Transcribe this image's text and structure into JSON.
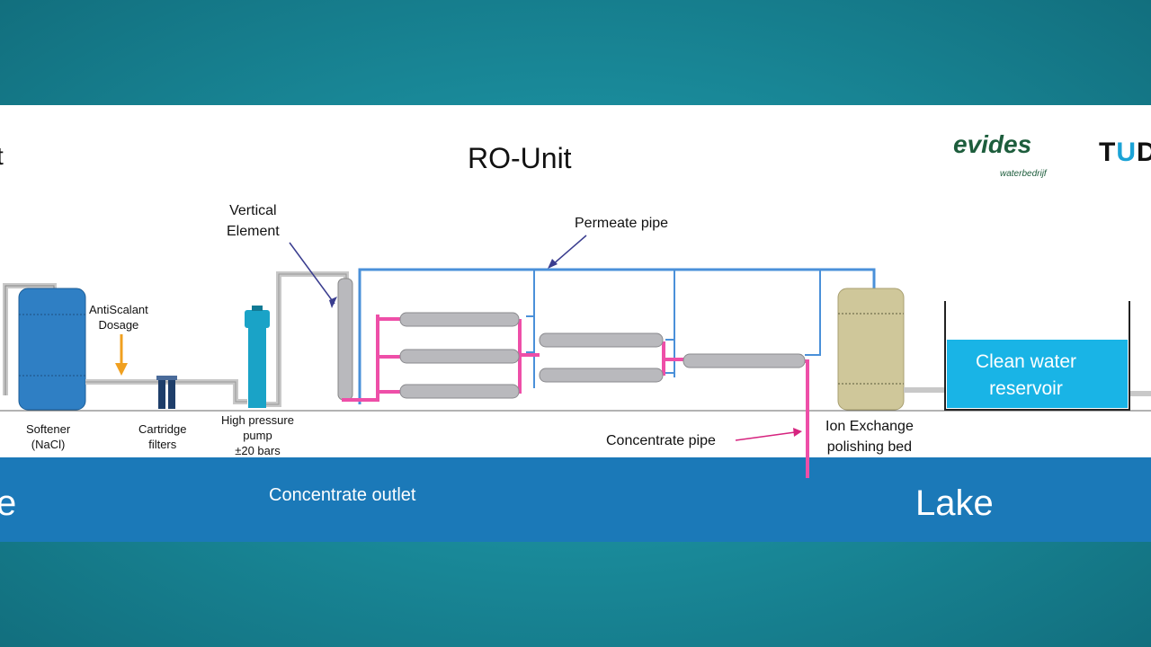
{
  "diagram": {
    "title": "RO-Unit",
    "clipped_left_title": "t",
    "labels": {
      "vertical_element": [
        "Vertical",
        "Element"
      ],
      "permeate_pipe": "Permeate pipe",
      "antiscalant": [
        "AntiScalant",
        "Dosage"
      ],
      "softener": [
        "Softener",
        "(NaCl)"
      ],
      "cartridge": [
        "Cartridge",
        "filters"
      ],
      "hp_pump": [
        "High pressure",
        "pump",
        "±20 bars"
      ],
      "concentrate_pipe": "Concentrate pipe",
      "ion_exchange": [
        "Ion Exchange",
        "polishing bed"
      ],
      "clean_water": [
        "Clean water",
        "reservoir"
      ]
    },
    "band": {
      "left_clip": "e",
      "concentrate_outlet": "Concentrate outlet",
      "lake": "Lake"
    },
    "logos": {
      "evides": "evides",
      "evides_sub": "waterbedrijf",
      "tud_t": "T",
      "tud_u": "U",
      "tud_d": "D"
    },
    "colors": {
      "teal_bg": "#1a8c9c",
      "band_blue": "#1b79b8",
      "permeate_blue": "#4a90d9",
      "concentrate_pink": "#ee4fa8",
      "membrane_grey": "#b9b9bd",
      "tank_blue": "#2f7fc4",
      "ion_exchange_tan": "#cfc79a",
      "reservoir_cyan": "#19b4e6"
    }
  }
}
